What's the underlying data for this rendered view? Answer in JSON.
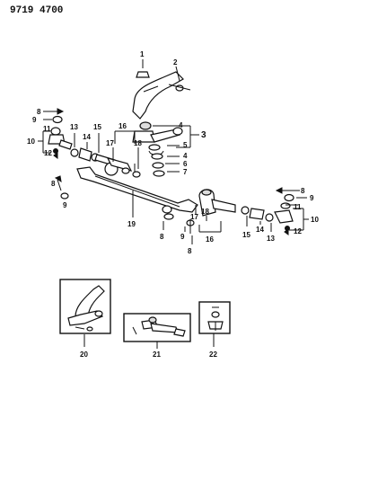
{
  "diagram": {
    "header_code": "9719 4700",
    "callouts": {
      "c1": "1",
      "c2": "2",
      "c3": "3",
      "c4a": "4",
      "c4b": "4",
      "c5": "5",
      "c6": "6",
      "c7": "7",
      "c8l": "8",
      "c9l": "9",
      "c10l": "10",
      "c11l": "11",
      "c12l": "12",
      "c13l": "13",
      "c14l": "14",
      "c15l": "15",
      "c16l": "16",
      "c17l": "17",
      "c18l": "18",
      "c8m": "8",
      "c9m": "9",
      "c19": "19",
      "c8b": "8",
      "c9b": "9",
      "c8c": "8",
      "c17r": "17",
      "c18r": "18",
      "c16r": "16",
      "c15r": "15",
      "c14r": "14",
      "c13r": "13",
      "c8r": "8",
      "c9r": "9",
      "c11r": "11",
      "c10r": "10",
      "c12r": "12",
      "c20": "20",
      "c21": "21",
      "c22": "22"
    }
  }
}
